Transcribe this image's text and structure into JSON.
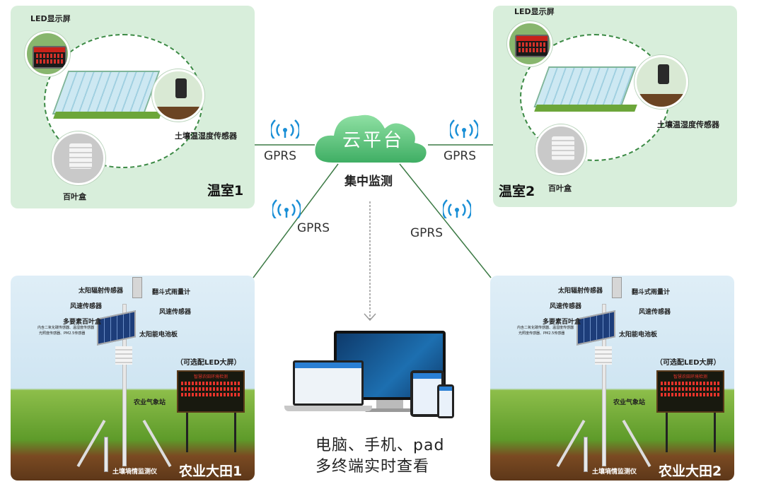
{
  "cloud": {
    "label": "云平台",
    "sub_label": "集中监测"
  },
  "links": {
    "gprs": "GPRS"
  },
  "greenhouse1": {
    "title": "温室1",
    "led_label": "LED显示屏",
    "soil_sensor": "土壤温湿度传感器",
    "louver_box": "百叶盒"
  },
  "greenhouse2": {
    "title": "温室2",
    "led_label": "LED显示屏",
    "soil_sensor": "土壤温湿度传感器",
    "louver_box": "百叶盒"
  },
  "field1": {
    "title": "农业大田1",
    "solar_radiation": "太阳辐射传感器",
    "rain_gauge": "翻斗式雨量计",
    "wind_speed": "风速传感器",
    "wind_direction": "风速传感器",
    "multi_box": "多要素百叶盒",
    "multi_box_detail1": "内含二氧化碳传感器、温湿度传感器",
    "multi_box_detail2": "光照度传感器、PM2.5传感器",
    "solar_panel": "太阳能电池板",
    "led_optional": "（可选配LED大屏）",
    "weather_station": "农业气象站",
    "soil_monitor": "土壤墒情监测仪",
    "screen_title": "智慧农田环境检测"
  },
  "field2": {
    "title": "农业大田2",
    "solar_radiation": "太阳辐射传感器",
    "rain_gauge": "翻斗式雨量计",
    "wind_speed": "风速传感器",
    "wind_direction": "风速传感器",
    "multi_box": "多要素百叶盒",
    "multi_box_detail1": "内含二氧化碳传感器、温湿度传感器",
    "multi_box_detail2": "光照度传感器、PM2.5传感器",
    "solar_panel": "太阳能电池板",
    "led_optional": "（可选配LED大屏）",
    "weather_station": "农业气象站",
    "soil_monitor": "土壤墒情监测仪",
    "screen_title": "智慧农田环境检测"
  },
  "devices": {
    "caption_line1": "电脑、手机、pad",
    "caption_line2": "多终端实时查看"
  },
  "colors": {
    "panel_green": "#d8eedb",
    "line_green": "#3c7a45",
    "cloud_green": "#5cc47a"
  }
}
